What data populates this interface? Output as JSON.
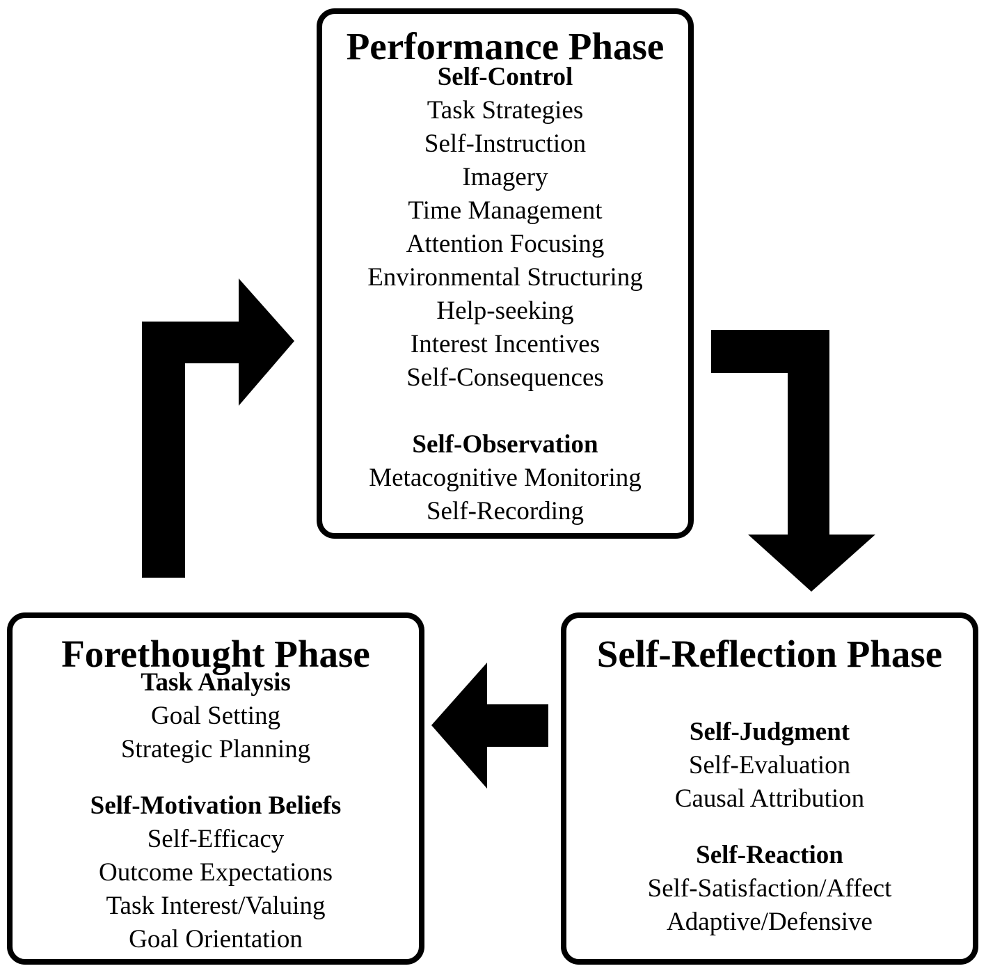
{
  "diagram": {
    "phases": [
      {
        "id": "performance",
        "title": "Performance Phase",
        "groups": [
          {
            "title": "Self-Control",
            "items": [
              "Task Strategies",
              "Self-Instruction",
              "Imagery",
              "Time Management",
              "Attention Focusing",
              "Environmental Structuring",
              "Help-seeking",
              "Interest Incentives",
              "Self-Consequences"
            ]
          },
          {
            "title": "Self-Observation",
            "items": [
              "Metacognitive Monitoring",
              "Self-Recording"
            ]
          }
        ]
      },
      {
        "id": "forethought",
        "title": "Forethought Phase",
        "groups": [
          {
            "title": "Task Analysis",
            "items": [
              "Goal Setting",
              "Strategic Planning"
            ]
          },
          {
            "title": "Self-Motivation Beliefs",
            "items": [
              "Self-Efficacy",
              "Outcome Expectations",
              "Task Interest/Valuing",
              "Goal Orientation"
            ]
          }
        ]
      },
      {
        "id": "reflection",
        "title": "Self-Reflection Phase",
        "groups": [
          {
            "title": "Self-Judgment",
            "items": [
              "Self-Evaluation",
              "Causal Attribution"
            ]
          },
          {
            "title": "Self-Reaction",
            "items": [
              "Self-Satisfaction/Affect",
              "Adaptive/Defensive"
            ]
          }
        ]
      }
    ],
    "arrow_color": "#000000",
    "border_color": "#000000"
  }
}
